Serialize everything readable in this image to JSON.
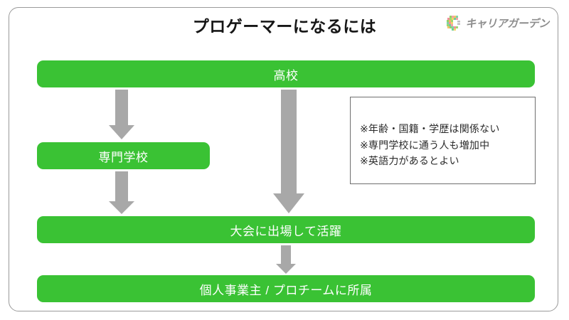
{
  "header": {
    "title": "プロゲーマーになるには",
    "logo": {
      "mark_name": "career-garden-c-logo",
      "text": "キャリアガーデン"
    }
  },
  "flow": {
    "boxes": [
      {
        "id": "high-school",
        "label": "高校"
      },
      {
        "id": "vocational-school",
        "label": "専門学校"
      },
      {
        "id": "compete-tournaments",
        "label": "大会に出場して活躍"
      },
      {
        "id": "pro-status",
        "label": "個人事業主 / プロチームに所属"
      }
    ],
    "arrows": [
      {
        "id": "high-school-to-vocational",
        "direction": "down"
      },
      {
        "id": "vocational-to-compete",
        "direction": "down"
      },
      {
        "id": "high-school-to-compete",
        "direction": "down"
      },
      {
        "id": "compete-to-pro",
        "direction": "down"
      }
    ]
  },
  "note": {
    "lines": [
      "※年齢・国籍・学歴は関係ない",
      "※専門学校に通う人も増加中",
      "※英語力があるとよい"
    ]
  },
  "colors": {
    "box_green": "#3ac234",
    "arrow_gray": "#a8a8a8",
    "frame_border": "#9a9a9a",
    "note_border": "#6f6f6f",
    "title_text": "#161616",
    "logo_text": "#8d8d8d"
  }
}
